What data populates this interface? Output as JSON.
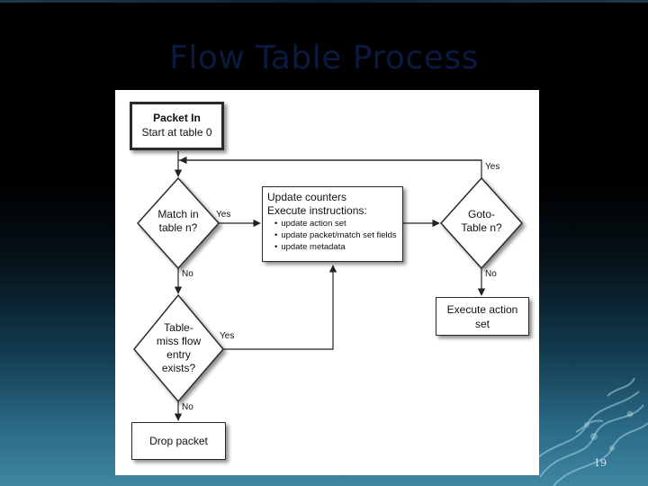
{
  "slide": {
    "title": "Flow Table Process",
    "page_number": "19"
  },
  "flowchart": {
    "start": {
      "title": "Packet In",
      "subtitle": "Start at table 0"
    },
    "match_decision": {
      "lines": [
        "Match in",
        "table n?"
      ]
    },
    "update_box": {
      "lines": [
        "Update counters",
        "Execute instructions:"
      ],
      "bullets": [
        "update action set",
        "update packet/match set fields",
        "update metadata"
      ]
    },
    "goto_decision": {
      "lines": [
        "Goto-",
        "Table n?"
      ]
    },
    "execute_box": {
      "lines": [
        "Execute action",
        "set"
      ]
    },
    "miss_decision": {
      "lines": [
        "Table-",
        "miss flow",
        "entry",
        "exists?"
      ]
    },
    "drop_box": {
      "label": "Drop packet"
    },
    "edge_labels": {
      "match_yes": "Yes",
      "match_no": "No",
      "goto_yes": "Yes",
      "goto_no": "No",
      "miss_yes": "Yes",
      "miss_no": "No"
    }
  }
}
